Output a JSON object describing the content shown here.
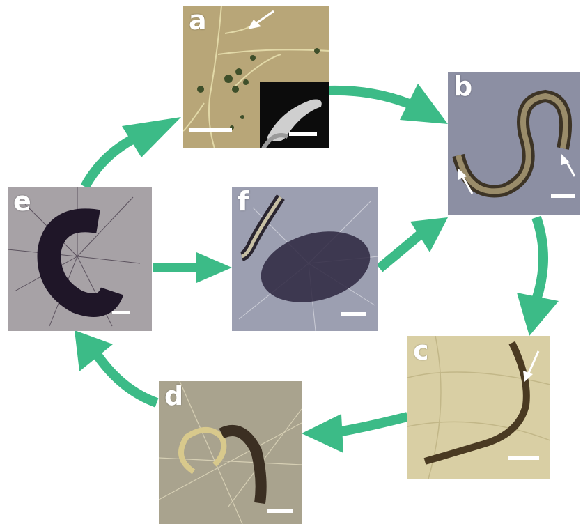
{
  "arrow_color": "#3cbb87",
  "panels": [
    {
      "label": "a",
      "tone": "#b8a678"
    },
    {
      "label": "b",
      "tone": "#8c8fa3"
    },
    {
      "label": "c",
      "tone": "#d9cfa4"
    },
    {
      "label": "d",
      "tone": "#a9a38e"
    },
    {
      "label": "e",
      "tone": "#a7a2a6"
    },
    {
      "label": "f",
      "tone": "#9c9fb1"
    }
  ],
  "inset": {
    "tone": "#0c0c0c"
  },
  "icons": {
    "arrow": "white-arrow-icon",
    "scale": "scale-bar"
  }
}
